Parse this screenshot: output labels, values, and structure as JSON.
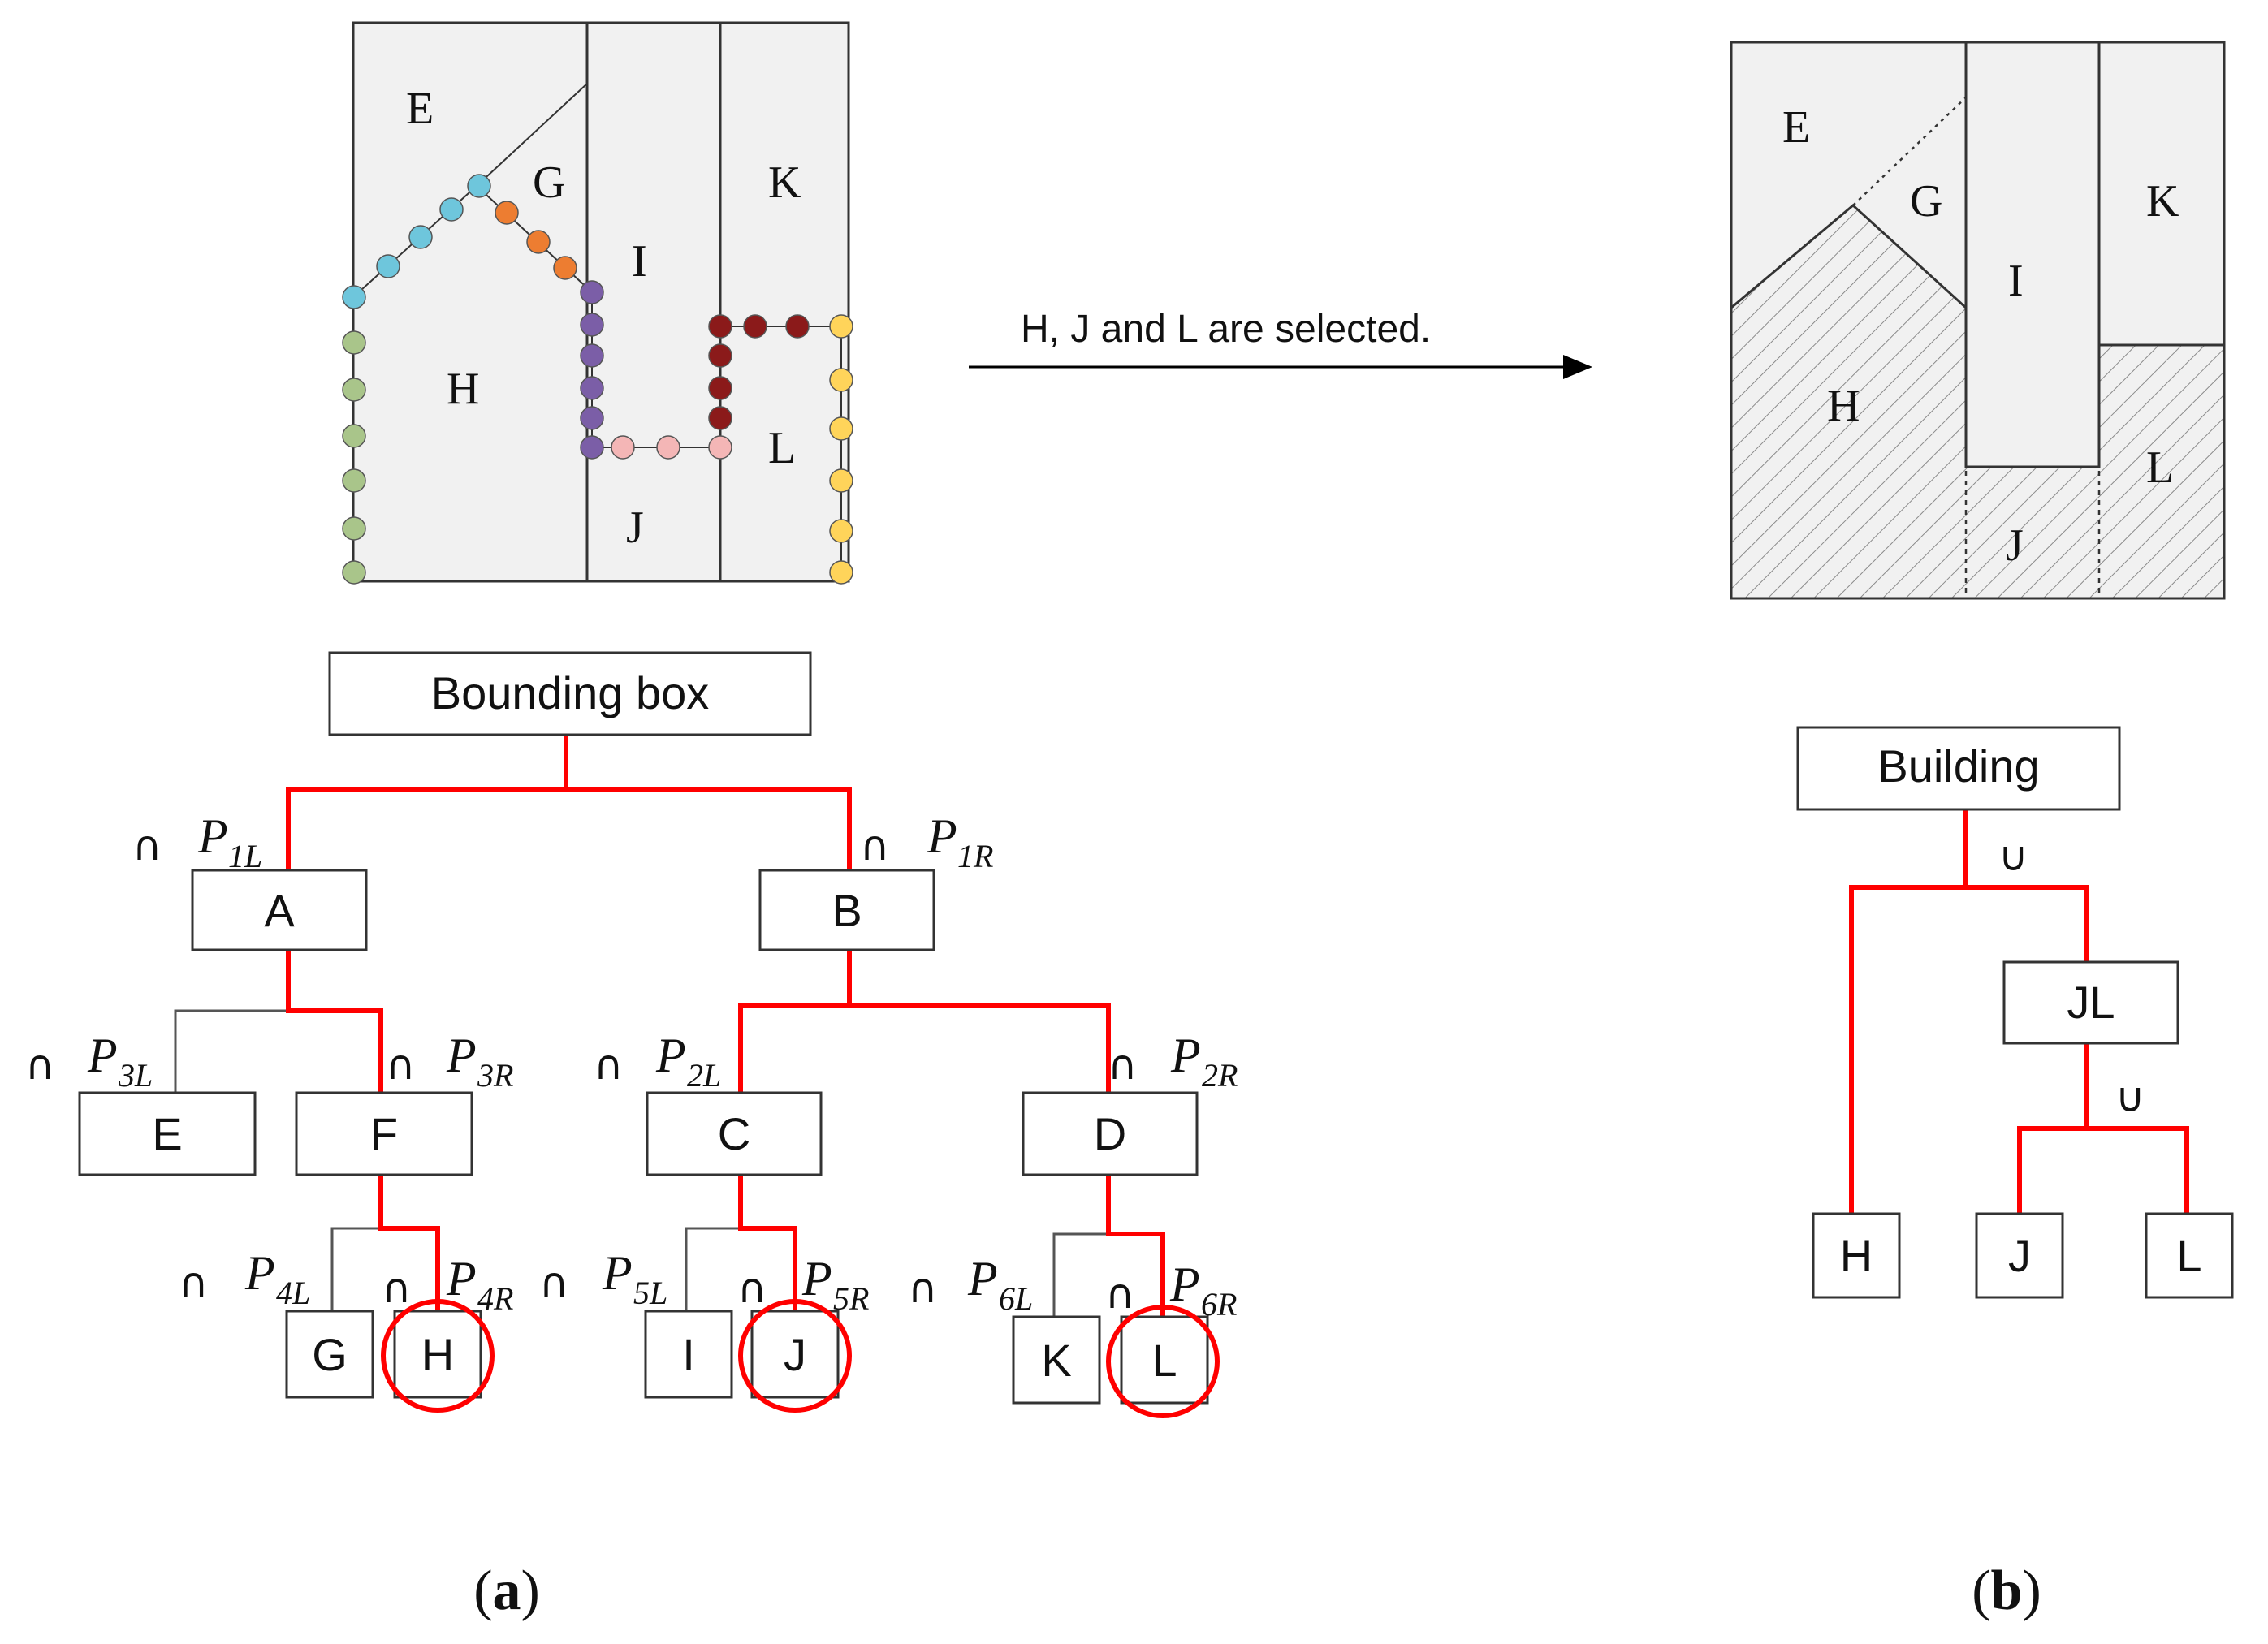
{
  "colors": {
    "region_fill": "#f1f1f1",
    "selected_path": "#ff0000",
    "hatch": "#888888",
    "dot_cyan": "#6ec6dc",
    "dot_orange": "#ed7d31",
    "dot_purple": "#7b5ea7",
    "dot_green": "#a9c58a",
    "dot_darkred": "#8b1a1a",
    "dot_pink": "#f4b6b6",
    "dot_yellow": "#ffd45a"
  },
  "left_map": {
    "regions": {
      "E": "E",
      "G": "G",
      "H": "H",
      "I": "I",
      "J": "J",
      "K": "K",
      "L": "L"
    }
  },
  "right_map": {
    "regions": {
      "E": "E",
      "G": "G",
      "H": "H",
      "I": "I",
      "J": "J",
      "K": "K",
      "L": "L"
    }
  },
  "arrow": {
    "label": "H, J and L are selected."
  },
  "tree_a": {
    "root": "Bounding box",
    "nodes": {
      "A": "A",
      "B": "B",
      "C": "C",
      "D": "D",
      "E": "E",
      "F": "F",
      "G": "G",
      "H": "H",
      "I": "I",
      "J": "J",
      "K": "K",
      "L": "L"
    },
    "operator": "∩",
    "planes": {
      "p1l": {
        "base": "P",
        "sub": "1L"
      },
      "p1r": {
        "base": "P",
        "sub": "1R"
      },
      "p2l": {
        "base": "P",
        "sub": "2L"
      },
      "p2r": {
        "base": "P",
        "sub": "2R"
      },
      "p3l": {
        "base": "P",
        "sub": "3L"
      },
      "p3r": {
        "base": "P",
        "sub": "3R"
      },
      "p4l": {
        "base": "P",
        "sub": "4L"
      },
      "p4r": {
        "base": "P",
        "sub": "4R"
      },
      "p5l": {
        "base": "P",
        "sub": "5L"
      },
      "p5r": {
        "base": "P",
        "sub": "5R"
      },
      "p6l": {
        "base": "P",
        "sub": "6L"
      },
      "p6r": {
        "base": "P",
        "sub": "6R"
      }
    }
  },
  "tree_b": {
    "root": "Building",
    "operator": "∪",
    "nodes": {
      "JL": "JL",
      "H": "H",
      "J": "J",
      "L": "L"
    }
  },
  "captions": {
    "a": {
      "open": "(",
      "letter": "a",
      "close": ")"
    },
    "b": {
      "open": "(",
      "letter": "b",
      "close": ")"
    }
  }
}
